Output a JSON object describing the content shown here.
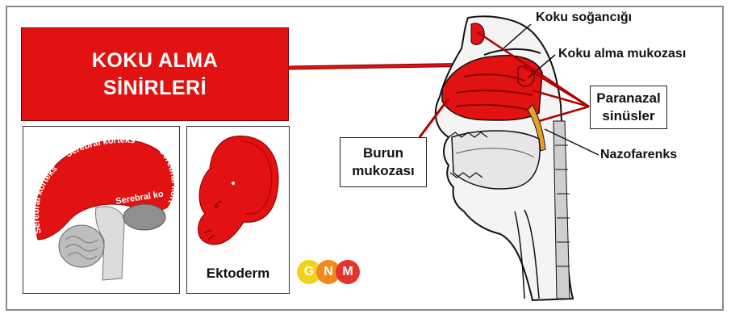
{
  "title": {
    "line1": "KOKU ALMA",
    "line2": "SİNİRLERİ"
  },
  "brain": {
    "label_top_left": "Serebral korteks",
    "label_top_right": "Serebral korteks",
    "label_right": "Serebral korteks",
    "label_left": "Serebral korteks"
  },
  "embryo": {
    "label": "Ektoderm"
  },
  "anatomy_labels": {
    "olfactory_bulb": "Koku soğancığı",
    "olfactory_mucosa": "Koku alma mukozası",
    "paranasal_line1": "Paranazal",
    "paranasal_line2": "sinüsler",
    "nasopharynx": "Nazofarenks",
    "nasal_mucosa_line1": "Burun",
    "nasal_mucosa_line2": "mukozası"
  },
  "logo": {
    "g": "G",
    "n": "N",
    "m": "M"
  },
  "colors": {
    "accent_red": "#e31212",
    "logo_yellow": "#f2d21b",
    "logo_orange": "#f08a1c",
    "logo_red": "#e5322b"
  }
}
